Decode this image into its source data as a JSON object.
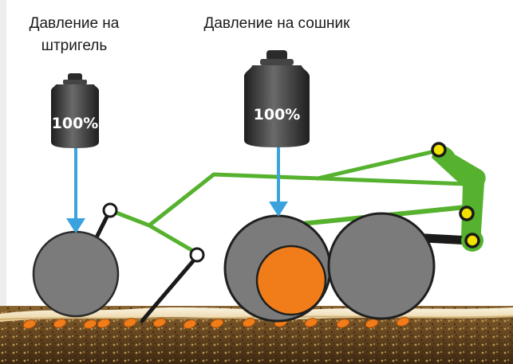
{
  "labels": {
    "harrow_pressure": "Давление на штригель",
    "coulter_pressure": "Давление на сошник"
  },
  "weights": {
    "harrow_weight_value": "100%",
    "coulter_weight_value": "100%"
  },
  "colors": {
    "frame_green": "#56b22e",
    "arrow_blue": "#3aa3dd",
    "wheel_gray": "#7b7b7b",
    "wheel_outline": "#2a2a2a",
    "weight_dark": "#3a3a3a",
    "pivot_yellow": "#f2e200",
    "seed_orange": "#f07d1a",
    "soil_brown": "#6b4a22",
    "soil_surface": "#f3e6c8"
  },
  "icons": {
    "harrow_weight": "weight-icon",
    "coulter_weight": "weight-icon"
  }
}
